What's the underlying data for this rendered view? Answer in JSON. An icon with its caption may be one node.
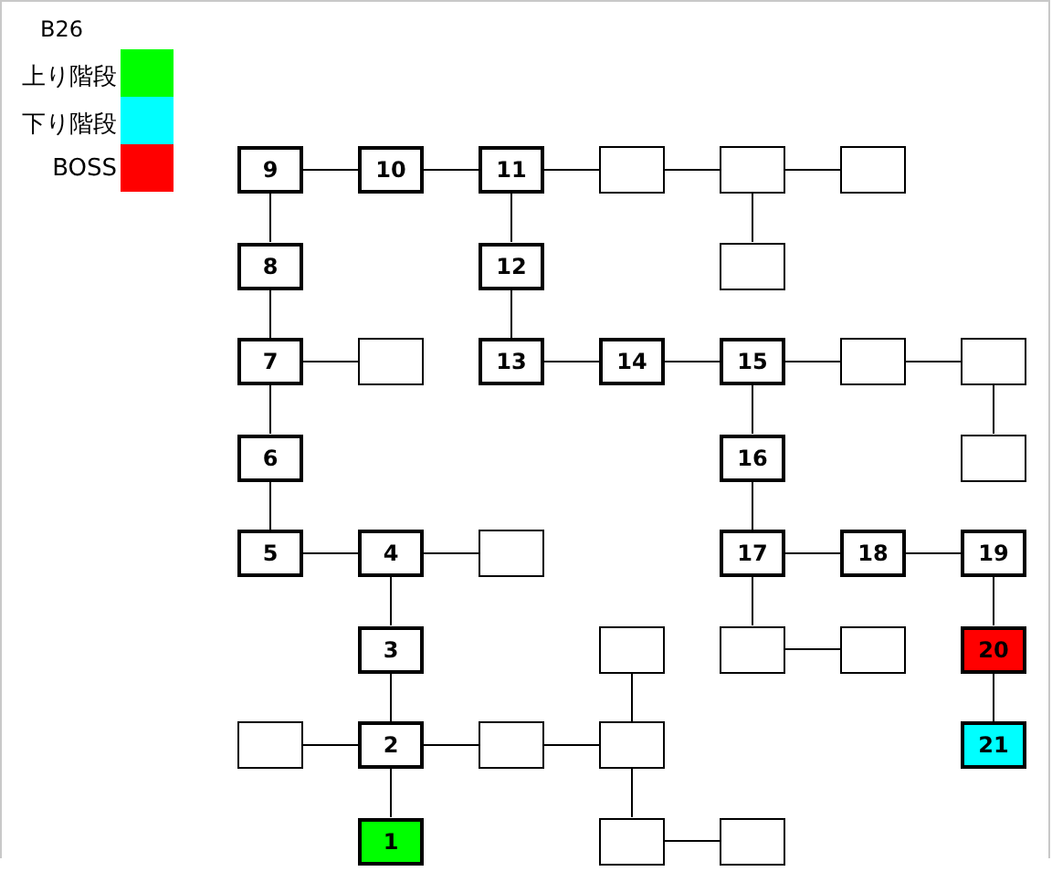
{
  "diagram": {
    "nodes": [
      {
        "text": [
          "9"
        ]
      },
      {
        "text": [
          "10"
        ]
      },
      {
        "text": [
          "11"
        ]
      },
      {
        "text": [],
        "shape": "box"
      },
      {
        "text": [],
        "shape": "box"
      },
      {
        "text": [],
        "shape": "box"
      },
      {
        "text": [
          "8"
        ]
      },
      {
        "text": [
          "12"
        ]
      },
      {
        "text": [],
        "shape": "box"
      },
      {
        "text": [
          "7"
        ]
      },
      {
        "text": [],
        "shape": "box"
      },
      {
        "text": [
          "13"
        ]
      },
      {
        "text": [
          "14"
        ]
      },
      {
        "text": [
          "15"
        ]
      },
      {
        "text": [],
        "shape": "box"
      },
      {
        "text": [],
        "shape": "box"
      },
      {
        "text": [
          "6"
        ]
      },
      {
        "text": [
          "16"
        ]
      },
      {
        "text": [],
        "shape": "box"
      },
      {
        "text": [
          "5"
        ]
      },
      {
        "text": [
          "4"
        ]
      },
      {
        "text": [],
        "shape": "box"
      },
      {
        "text": [
          "17"
        ]
      },
      {
        "text": [
          "18"
        ]
      },
      {
        "text": [
          "19"
        ]
      },
      {
        "text": [
          "3"
        ]
      },
      {
        "text": [],
        "shape": "box"
      },
      {
        "text": [],
        "shape": "box"
      },
      {
        "text": [],
        "shape": "box"
      },
      {
        "text": [
          "20"
        ]
      },
      {
        "text": [],
        "shape": "box"
      },
      {
        "text": [
          "2"
        ]
      },
      {
        "text": [],
        "shape": "box"
      },
      {
        "text": [],
        "shape": "box"
      },
      {
        "text": [
          "21"
        ]
      },
      {
        "text": [
          "1"
        ]
      },
      {
        "text": [],
        "shape": "box"
      },
      {
        "text": [],
        "shape": "box"
      }
    ],
    "edges": [
      {
        "from": 0,
        "to": 1,
        "arrow": "none"
      },
      {
        "from": 1,
        "to": 2,
        "arrow": "none"
      },
      {
        "from": 2,
        "to": 3,
        "arrow": "none"
      },
      {
        "from": 3,
        "to": 4,
        "arrow": "none"
      },
      {
        "from": 4,
        "to": 5,
        "arrow": "none"
      },
      {
        "from": 0,
        "to": 6,
        "arrow": "none"
      },
      {
        "from": 2,
        "to": 7,
        "arrow": "none"
      },
      {
        "from": 4,
        "to": 8,
        "arrow": "none"
      },
      {
        "from": 6,
        "to": 9,
        "arrow": "none"
      },
      {
        "from": 9,
        "to": 10,
        "arrow": "none"
      },
      {
        "from": 7,
        "to": 11,
        "arrow": "none"
      },
      {
        "from": 11,
        "to": 12,
        "arrow": "none"
      },
      {
        "from": 12,
        "to": 13,
        "arrow": "none"
      },
      {
        "from": 13,
        "to": 14,
        "arrow": "none"
      },
      {
        "from": 14,
        "to": 15,
        "arrow": "none"
      },
      {
        "from": 9,
        "to": 16,
        "arrow": "none"
      },
      {
        "from": 13,
        "to": 17,
        "arrow": "none"
      },
      {
        "from": 15,
        "to": 18,
        "arrow": "none"
      },
      {
        "from": 16,
        "to": 19,
        "arrow": "none"
      },
      {
        "from": 19,
        "to": 20,
        "arrow": "none"
      },
      {
        "from": 20,
        "to": 21,
        "arrow": "none"
      },
      {
        "from": 17,
        "to": 22,
        "arrow": "none"
      },
      {
        "from": 22,
        "to": 23,
        "arrow": "none"
      },
      {
        "from": 23,
        "to": 24,
        "arrow": "none"
      },
      {
        "from": 20,
        "to": 25,
        "arrow": "none"
      },
      {
        "from": 22,
        "to": 27,
        "arrow": "none"
      },
      {
        "from": 27,
        "to": 28,
        "arrow": "none"
      },
      {
        "from": 24,
        "to": 29,
        "arrow": "none"
      },
      {
        "from": 26,
        "to": 33,
        "arrow": "none"
      },
      {
        "from": 25,
        "to": 31,
        "arrow": "none"
      },
      {
        "from": 30,
        "to": 31,
        "arrow": "none"
      },
      {
        "from": 31,
        "to": 32,
        "arrow": "none"
      },
      {
        "from": 32,
        "to": 33,
        "arrow": "none"
      },
      {
        "from": 29,
        "to": 34,
        "arrow": "none"
      },
      {
        "from": 31,
        "to": 35,
        "arrow": "none"
      },
      {
        "from": 33,
        "to": 36,
        "arrow": "none"
      },
      {
        "from": 36,
        "to": 37,
        "arrow": "none"
      }
    ],
    "labels": [
      "B26"
    ],
    "legend": [
      {
        "text": "上り階段",
        "color": "#00ff00"
      },
      {
        "text": "下り階段",
        "color": "#00ffff"
      },
      {
        "text": "BOSS",
        "color": "#ff0000"
      }
    ]
  }
}
